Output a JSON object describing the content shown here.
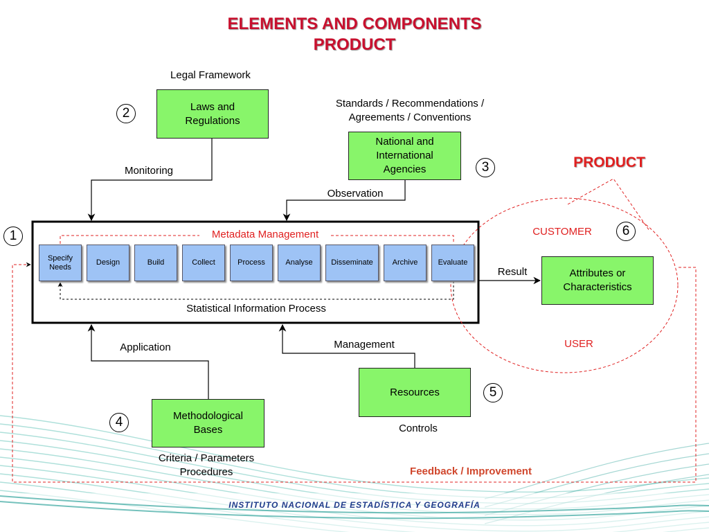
{
  "title": {
    "line1": "ELEMENTS AND COMPONENTS",
    "line2": "PRODUCT"
  },
  "nodes": {
    "legal_framework": "Legal Framework",
    "laws_line1": "Laws and",
    "laws_line2": "Regulations",
    "standards_line1": "Standards / Recommendations /",
    "standards_line2": "Agreements  / Conventions",
    "agencies_line1": "National and",
    "agencies_line2": "International",
    "agencies_line3": "Agencies",
    "attributes_line1": "Attributes or",
    "attributes_line2": "Characteristics",
    "resources": "Resources",
    "methodological_line1": "Methodological",
    "methodological_line2": "Bases"
  },
  "labels": {
    "monitoring": "Monitoring",
    "observation": "Observation",
    "metadata_management": "Metadata Management",
    "statistical_process": "Statistical Information Process",
    "application": "Application",
    "management": "Management",
    "controls": "Controls",
    "criteria_line1": "Criteria / Parameters",
    "criteria_line2": "Procedures",
    "result": "Result",
    "product": "PRODUCT",
    "customer": "CUSTOMER",
    "user": "USER",
    "feedback": "Feedback / Improvement"
  },
  "steps": [
    {
      "line1": "Specify",
      "line2": "Needs"
    },
    {
      "line1": "Design",
      "line2": ""
    },
    {
      "line1": "Build",
      "line2": ""
    },
    {
      "line1": "Collect",
      "line2": ""
    },
    {
      "line1": "Process",
      "line2": ""
    },
    {
      "line1": "Analyse",
      "line2": ""
    },
    {
      "line1": "Disseminate",
      "line2": ""
    },
    {
      "line1": "Archive",
      "line2": ""
    },
    {
      "line1": "Evaluate",
      "line2": ""
    }
  ],
  "numbers": [
    "1",
    "2",
    "3",
    "4",
    "5",
    "6"
  ],
  "footer": "INSTITUTO NACIONAL  DE ESTADÍSTICA Y GEOGRAFÍA",
  "colors": {
    "title_red": "#c8102e",
    "box_green": "#88f56a",
    "step_blue": "#9ec3f5",
    "dashed_red": "#e02020",
    "footer_blue": "#1e3a8a",
    "wave_teal": "#3aa8a0"
  }
}
